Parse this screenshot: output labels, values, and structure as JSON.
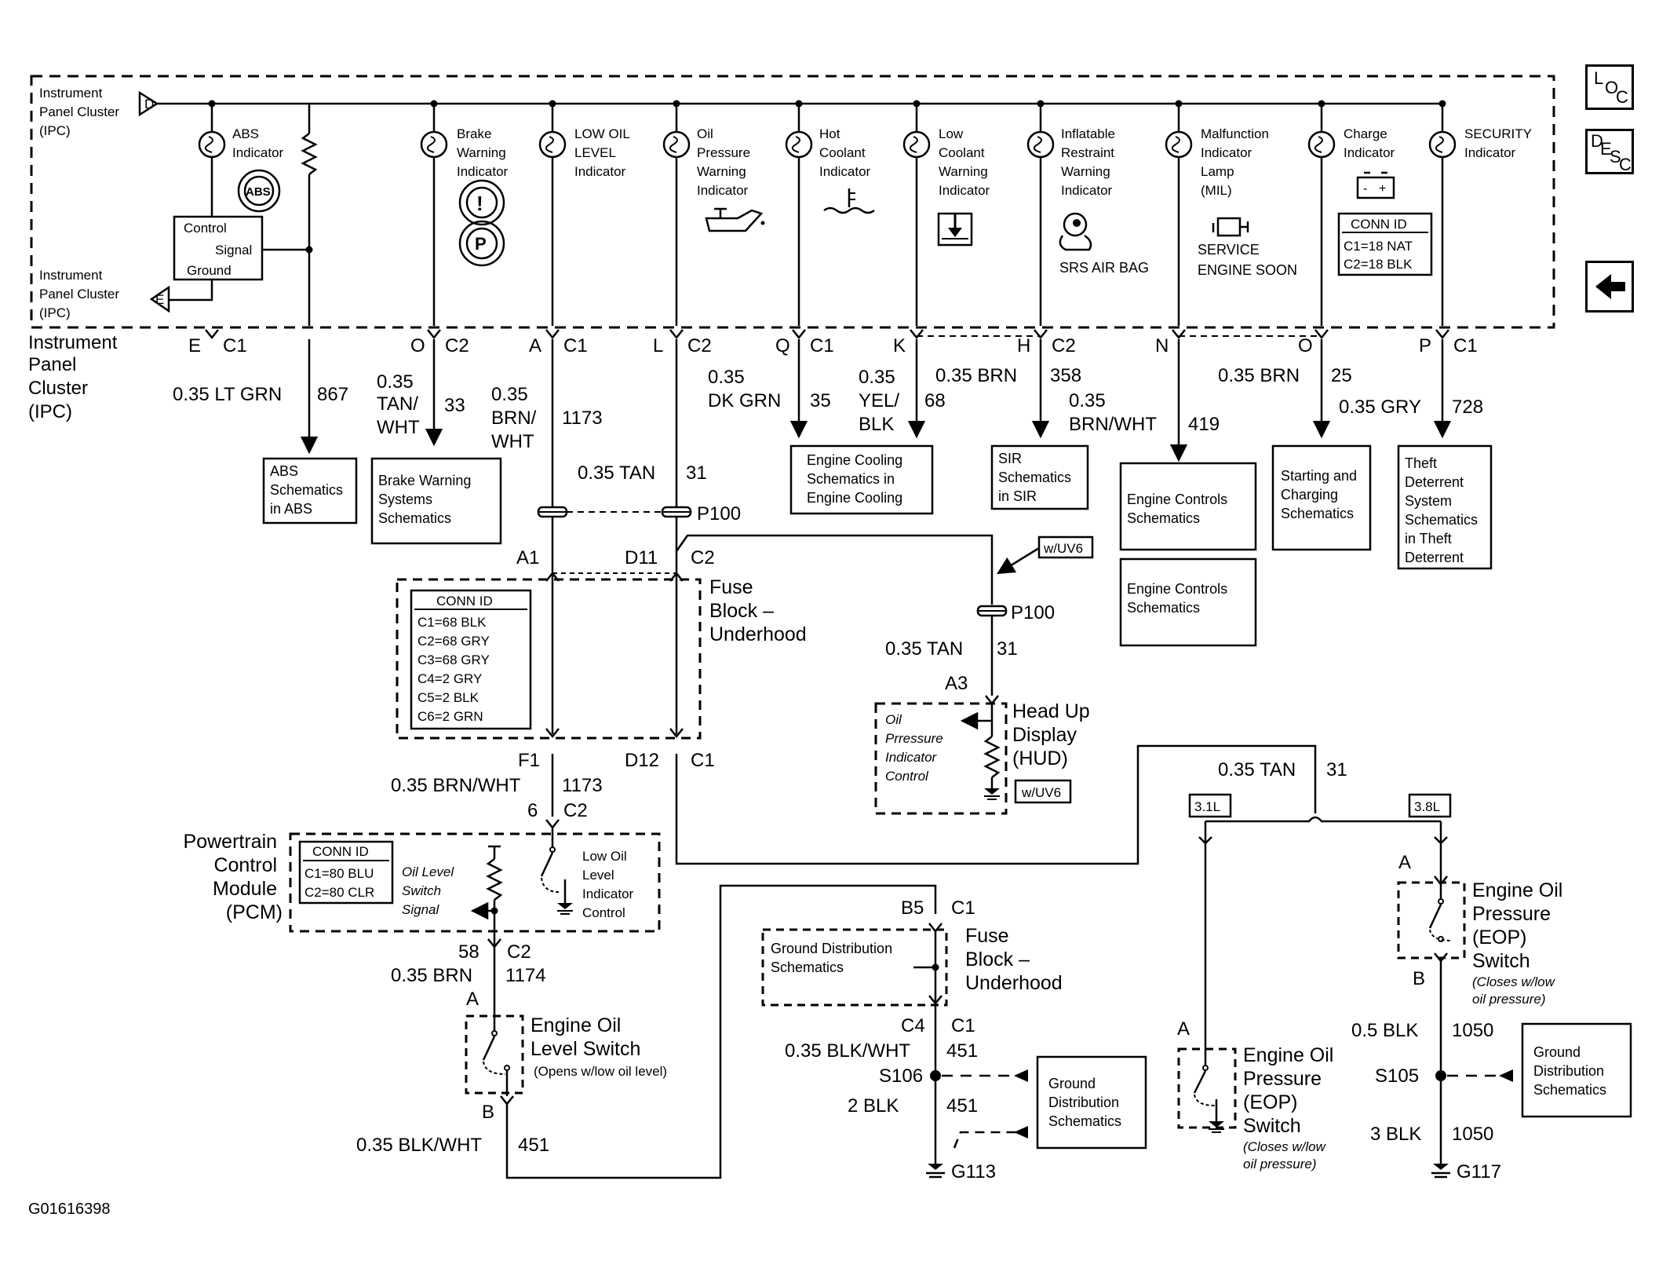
{
  "footer_id": "G01616398",
  "ipc_label": [
    "Instrument",
    "Panel",
    "Cluster",
    "(IPC)"
  ],
  "ipc_top_label": [
    "Instrument",
    "Panel Cluster",
    "(IPC)"
  ],
  "ipc_bottom_label": [
    "Instrument",
    "Panel Cluster",
    "(IPC)"
  ],
  "ipc_top_terminal": "D",
  "ipc_bottom_terminal": "E",
  "control_box": {
    "control": "Control",
    "signal": "Signal",
    "ground": "Ground"
  },
  "indicators": [
    {
      "label": [
        "ABS",
        "Indicator"
      ],
      "symbol": "ABS"
    },
    {
      "label": [
        "Brake",
        "Warning",
        "Indicator"
      ]
    },
    {
      "label": [
        "LOW OIL",
        "LEVEL",
        "Indicator"
      ]
    },
    {
      "label": [
        "Oil",
        "Pressure",
        "Warning",
        "Indicator"
      ]
    },
    {
      "label": [
        "Hot",
        "Coolant",
        "Indicator"
      ]
    },
    {
      "label": [
        "Low",
        "Coolant",
        "Warning",
        "Indicator"
      ]
    },
    {
      "label": [
        "Inflatable",
        "Restraint",
        "Warning",
        "Indicator"
      ],
      "caption": "SRS AIR BAG"
    },
    {
      "label": [
        "Malfunction",
        "Indicator",
        "Lamp",
        "(MIL)"
      ],
      "caption": [
        "SERVICE",
        "ENGINE SOON"
      ]
    },
    {
      "label": [
        "Charge",
        "Indicator"
      ]
    },
    {
      "label": [
        "SECURITY",
        "Indicator"
      ]
    }
  ],
  "ipc_conn_id": {
    "title": "CONN ID",
    "rows": [
      "C1=18 NAT",
      "C2=18 BLK"
    ]
  },
  "pins": [
    {
      "pin": "E",
      "conn": "C1"
    },
    {
      "pin": "O",
      "conn": "C2"
    },
    {
      "pin": "A",
      "conn": "C1"
    },
    {
      "pin": "L",
      "conn": "C2"
    },
    {
      "pin": "Q",
      "conn": "C1"
    },
    {
      "pin": "K",
      "conn": ""
    },
    {
      "pin": "H",
      "conn": "C2"
    },
    {
      "pin": "N",
      "conn": ""
    },
    {
      "pin": "O",
      "conn": ""
    },
    {
      "pin": "P",
      "conn": "C1"
    }
  ],
  "wires": {
    "w867": {
      "size": "0.35 LT GRN",
      "circuit": "867"
    },
    "w33": {
      "size": [
        "0.35",
        "TAN/",
        "WHT"
      ],
      "circuit": "33"
    },
    "w1173": {
      "size": [
        "0.35",
        "BRN/",
        "WHT"
      ],
      "circuit": "1173"
    },
    "w31": {
      "size": "0.35 TAN",
      "circuit": "31"
    },
    "w35": {
      "size": [
        "0.35",
        "DK GRN"
      ],
      "circuit": "35"
    },
    "w68": {
      "size": [
        "0.35",
        "YEL/",
        "BLK"
      ],
      "circuit": "68"
    },
    "w358": {
      "size": "0.35 BRN",
      "circuit": "358"
    },
    "w419": {
      "size": [
        "0.35",
        "BRN/WHT"
      ],
      "circuit": "419"
    },
    "w25": {
      "size": "0.35 BRN",
      "circuit": "25"
    },
    "w728": {
      "size": "0.35 GRY",
      "circuit": "728"
    },
    "w31_hud": {
      "size": "0.35 TAN",
      "circuit": "31"
    },
    "w1173_pcm": {
      "size": "0.35 BRN/WHT",
      "circuit": "1173"
    },
    "w1174": {
      "size": "0.35 BRN",
      "circuit": "1174"
    },
    "w451_a": {
      "size": "0.35 BLK/WHT",
      "circuit": "451"
    },
    "w451_b": {
      "size": "0.35 BLK/WHT",
      "circuit": "451"
    },
    "w451_c": {
      "size": "2 BLK",
      "circuit": "451"
    },
    "w31_eop": {
      "size": "0.35 TAN",
      "circuit": "31"
    },
    "w1050_a": {
      "size": "0.5 BLK",
      "circuit": "1050"
    },
    "w1050_b": {
      "size": "3 BLK",
      "circuit": "1050"
    }
  },
  "refs": {
    "abs": [
      "ABS",
      "Schematics",
      "in ABS"
    ],
    "brake": [
      "Brake Warning",
      "Systems",
      "Schematics"
    ],
    "cooling": [
      "Engine Cooling",
      "Schematics in",
      "Engine Cooling"
    ],
    "sir": [
      "SIR",
      "Schematics",
      "in SIR"
    ],
    "ecs1": [
      "Engine Controls",
      "Schematics"
    ],
    "ecs2": [
      "Engine Controls",
      "Schematics"
    ],
    "charging": [
      "Starting and",
      "Charging",
      "Schematics"
    ],
    "theft": [
      "Theft",
      "Deterrent",
      "System",
      "Schematics",
      "in Theft",
      "Deterrent"
    ],
    "gnd1": [
      "Ground Distribution",
      "Schematics"
    ],
    "gnd2": [
      "Ground",
      "Distribution",
      "Schematics"
    ],
    "gnd3": [
      "Ground",
      "Distribution",
      "Schematics"
    ]
  },
  "p100": "P100",
  "p100_hud": "P100",
  "uv6_tag": "w/UV6",
  "uv6_box": "w/UV6",
  "fuse_block_top": {
    "name": [
      "Fuse",
      "Block –",
      "Underhood"
    ],
    "pins": {
      "a1": "A1",
      "d11": "D11",
      "c2": "C2",
      "f1": "F1",
      "d12": "D12",
      "c1": "C1"
    }
  },
  "fuse_conn_id": {
    "title": "CONN ID",
    "rows": [
      "C1=68 BLK",
      "C2=68 GRY",
      "C3=68 GRY",
      "C4=2 GRY",
      "C5=2 BLK",
      "C6=2 GRN"
    ]
  },
  "hud": {
    "name": [
      "Head Up",
      "Display",
      "(HUD)"
    ],
    "pin": "A3",
    "inner": [
      "Oil",
      "Prressure",
      "Indicator",
      "Control"
    ]
  },
  "pcm": {
    "name": [
      "Powertrain",
      "Control",
      "Module",
      "(PCM)"
    ],
    "pin_top": "6",
    "conn_top": "C2",
    "pin_bot": "58",
    "conn_bot": "C2",
    "conn_id": {
      "title": "CONN ID",
      "rows": [
        "C1=80 BLU",
        "C2=80 CLR"
      ]
    },
    "signal": [
      "Oil Level",
      "Switch",
      "Signal"
    ],
    "control": [
      "Low Oil",
      "Level",
      "Indicator",
      "Control"
    ]
  },
  "oil_level_switch": {
    "name": [
      "Engine Oil",
      "Level Switch"
    ],
    "note": "(Opens w/low oil level)",
    "pin_a": "A",
    "pin_b": "B"
  },
  "fuse_block_bottom": {
    "name": [
      "Fuse",
      "Block –",
      "Underhood"
    ],
    "pin_top": "B5",
    "conn_top": "C1",
    "pin_bot": "C4",
    "conn_bot": "C1"
  },
  "splices": {
    "s106": "S106",
    "s105": "S105"
  },
  "grounds": {
    "g113": "G113",
    "g117": "G117"
  },
  "eop_31": {
    "name": [
      "Engine Oil",
      "Pressure",
      "(EOP)",
      "Switch"
    ],
    "note": [
      "(Closes w/low",
      "oil pressure)"
    ],
    "pin": "A",
    "engine": "3.1L"
  },
  "eop_38": {
    "name": [
      "Engine Oil",
      "Pressure",
      "(EOP)",
      "Switch"
    ],
    "note": [
      "(Closes w/low",
      "oil pressure)"
    ],
    "pin_a": "A",
    "pin_b": "B",
    "engine": "3.8L"
  },
  "nav": {
    "loc": [
      "L",
      "O",
      "C"
    ],
    "desc": [
      "D",
      "E",
      "S",
      "C"
    ],
    "back_icon": "left-arrow-icon"
  }
}
